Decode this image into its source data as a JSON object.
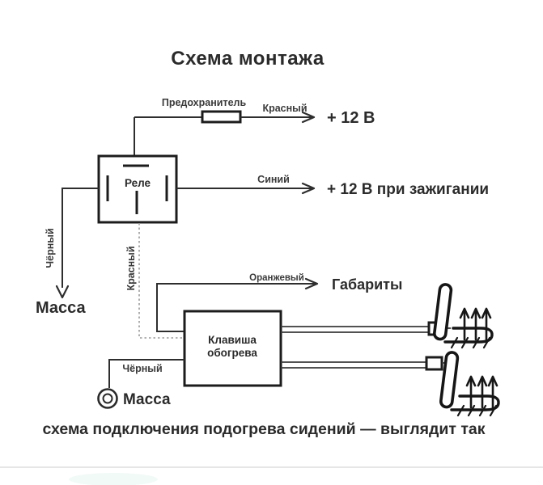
{
  "title": "Схема монтажа",
  "labels": {
    "fuse": "Предохранитель",
    "wire_red_top": "Красный",
    "plus12": "+ 12 В",
    "relay": "Реле",
    "wire_blue": "Синий",
    "plus12_ignition": "+ 12 В при зажигании",
    "wire_black_left": "Чёрный",
    "ground_left": "Масса",
    "wire_red_mid": "Красный",
    "wire_orange": "Оранжевый",
    "lights": "Габариты",
    "switch_line1": "Клавиша",
    "switch_line2": "обогрева",
    "wire_black_bottom": "Чёрный",
    "ground_bottom": "Масса"
  },
  "caption": "схема подключения подогрева сидений — выглядит так",
  "colors": {
    "line": "#2e2e2e",
    "caption_red": "#b23a3a",
    "dashed_wire": "#9a9a9a"
  }
}
